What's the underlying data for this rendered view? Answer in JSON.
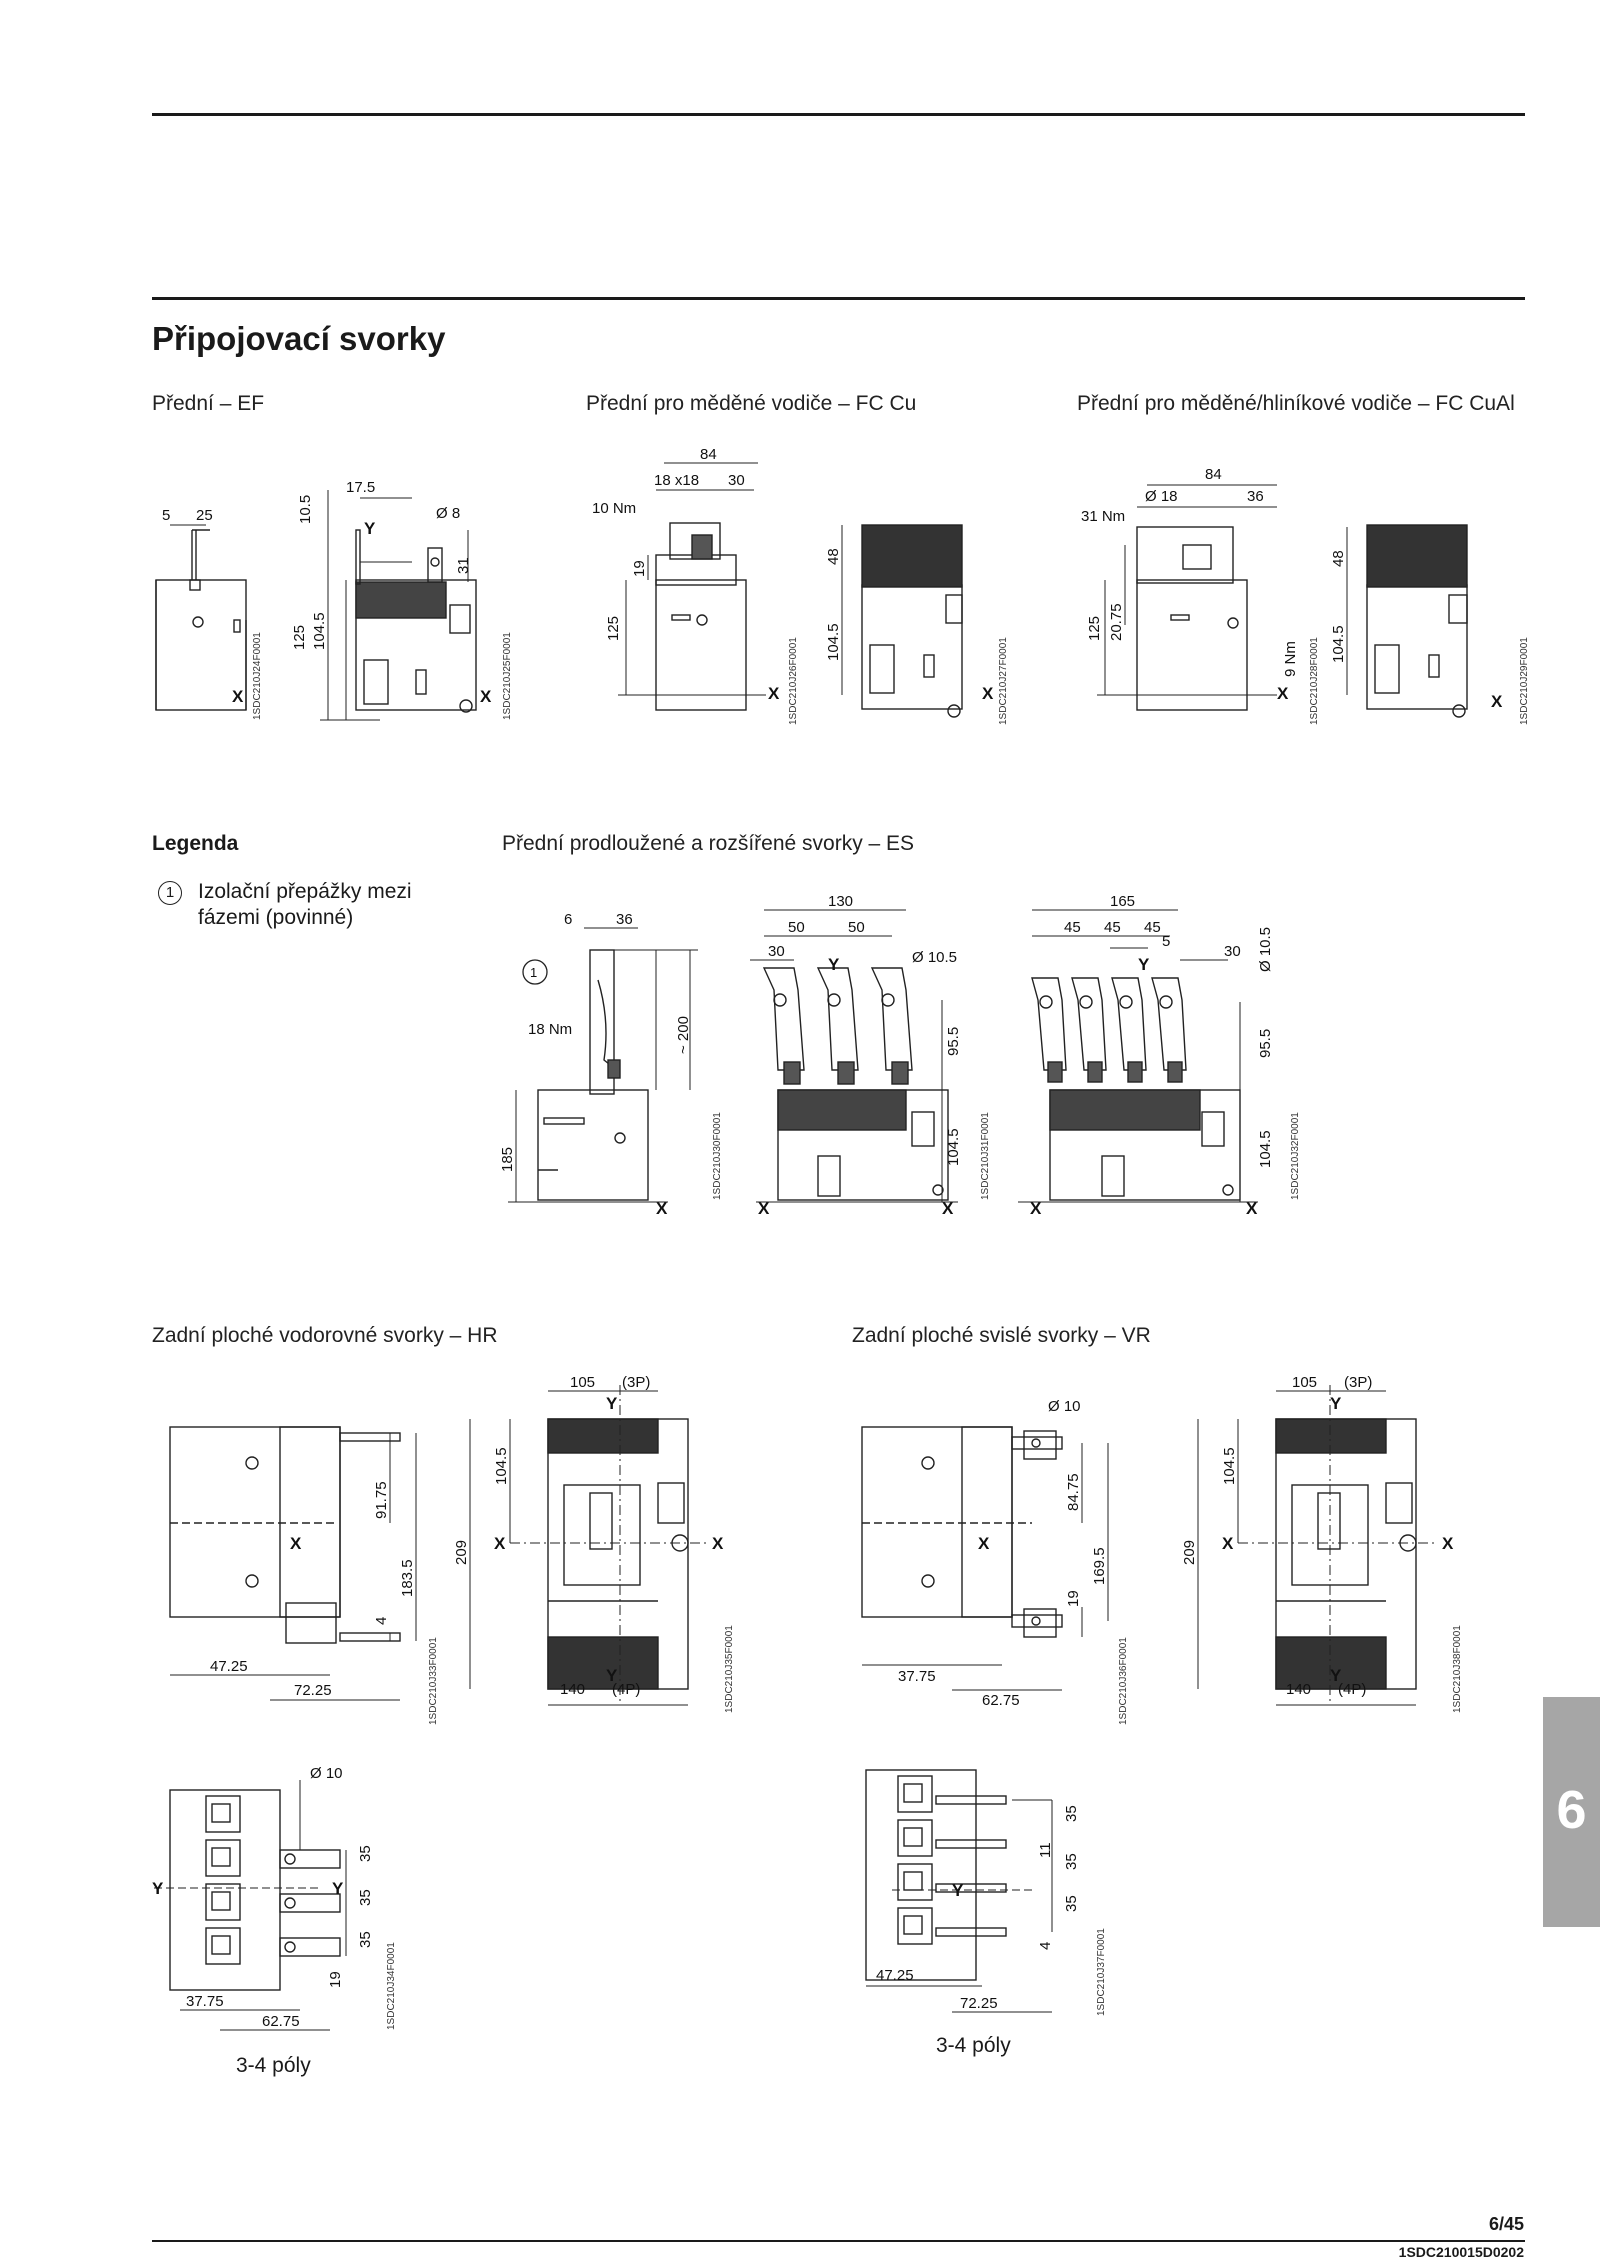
{
  "title": "Připojovací svorky",
  "sections": {
    "ef": "Přední – EF",
    "fc_cu": "Přední pro měděné vodiče – FC Cu",
    "fc_cual": "Přední pro měděné/hliníkové vodiče – FC CuAl",
    "es": "Přední prodloužené a rozšířené svorky – ES",
    "hr": "Zadní ploché vodorovné svorky – HR",
    "vr": "Zadní ploché svislé svorky – VR"
  },
  "legend": {
    "heading": "Legenda",
    "marker": "1",
    "item": "Izolační přepážky mezi fázemi (povinné)"
  },
  "poles_caption_hr": "3-4 póly",
  "poles_caption_vr": "3-4 póly",
  "codes": {
    "ef_a": "1SDC210J24F0001",
    "ef_b": "1SDC210J25F0001",
    "cu_a": "1SDC210J26F0001",
    "cu_b": "1SDC210J27F0001",
    "cual_a": "1SDC210J28F0001",
    "cual_b": "1SDC210J29F0001",
    "es_a": "1SDC210J30F0001",
    "es_b": "1SDC210J31F0001",
    "es_c": "1SDC210J32F0001",
    "hr_a": "1SDC210J33F0001",
    "hr_b": "1SDC210J35F0001",
    "hr_c": "1SDC210J34F0001",
    "vr_a": "1SDC210J36F0001",
    "vr_b": "1SDC210J38F0001",
    "vr_c": "1SDC210J37F0001"
  },
  "dims": {
    "ef": {
      "a": "5",
      "b": "25",
      "c": "10.5",
      "d": "17.5",
      "e": "Ø 8",
      "f": "31",
      "g": "125",
      "h": "104.5"
    },
    "cu": {
      "a": "84",
      "b": "18 x18",
      "c": "30",
      "d": "10 Nm",
      "e": "19",
      "f": "125",
      "g": "48",
      "h": "104.5"
    },
    "cual": {
      "a": "84",
      "b": "Ø 18",
      "c": "36",
      "d": "31 Nm",
      "e": "20.75",
      "f": "125",
      "g": "9 Nm",
      "h": "48",
      "i": "104.5"
    },
    "es": {
      "a": "6",
      "b": "36",
      "c": "1",
      "d": "18 Nm",
      "e": "~ 200",
      "f": "185",
      "g": "130",
      "h": "50",
      "i": "50",
      "j": "30",
      "k": "Ø 10.5",
      "l": "95.5",
      "m": "104.5",
      "n": "165",
      "o": "45",
      "p": "45",
      "q": "45",
      "r": "5",
      "s": "30",
      "t": "Ø 10.5",
      "u": "95.5",
      "v": "104.5"
    },
    "hr": {
      "a": "91.75",
      "b": "183.5",
      "c": "4",
      "d": "47.25",
      "e": "72.25",
      "f": "105",
      "g": "(3P)",
      "h": "104.5",
      "i": "209",
      "j": "140",
      "k": "(4P)",
      "l": "Ø 10",
      "m": "35",
      "n": "35",
      "o": "35",
      "p": "19",
      "q": "37.75",
      "r": "62.75"
    },
    "vr": {
      "a": "Ø 10",
      "b": "84.75",
      "c": "169.5",
      "d": "19",
      "e": "37.75",
      "f": "62.75",
      "g": "105",
      "h": "(3P)",
      "i": "104.5",
      "j": "209",
      "k": "140",
      "l": "(4P)",
      "m": "35",
      "n": "11",
      "o": "35",
      "p": "35",
      "q": "4",
      "r": "47.25",
      "s": "72.25"
    }
  },
  "axis": {
    "x": "X",
    "y": "Y"
  },
  "chapter_tab": "6",
  "page_number": "6/45",
  "doc_code": "1SDC210015D0202"
}
